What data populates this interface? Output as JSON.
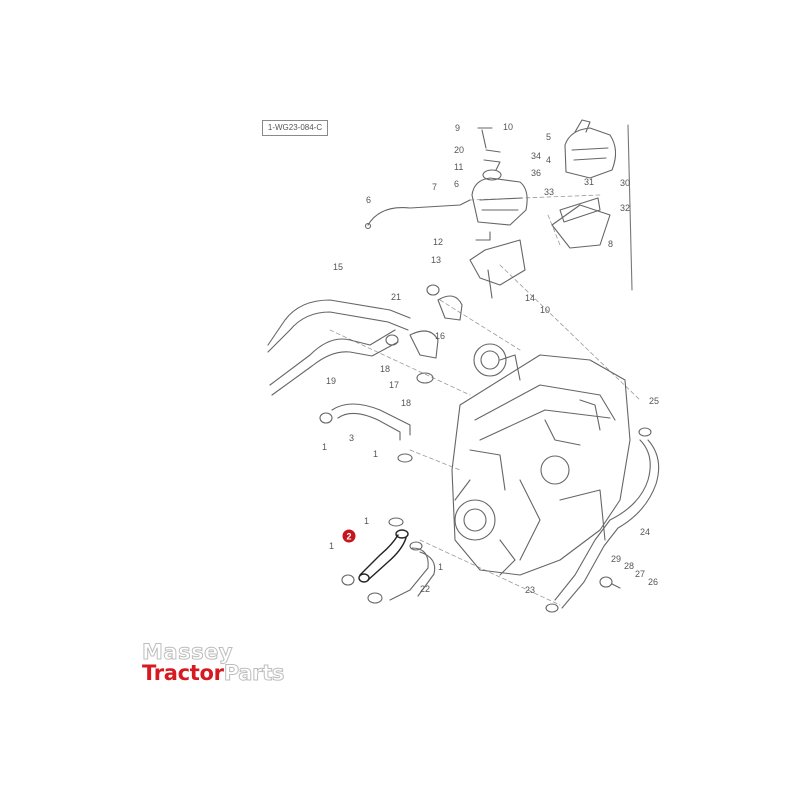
{
  "reference_code": "1-WG23-084-C",
  "highlight": {
    "number": "2",
    "color": "#c4161c"
  },
  "brand": {
    "line1": "Massey",
    "line2_red": "Tractor",
    "line2_grey": "Parts",
    "red": "#d71920"
  },
  "callouts": [
    "9",
    "10",
    "20",
    "34",
    "11",
    "36",
    "5",
    "4",
    "31",
    "30",
    "33",
    "32",
    "8",
    "6",
    "7",
    "6",
    "12",
    "13",
    "14",
    "10",
    "15",
    "21",
    "16",
    "19",
    "18",
    "17",
    "18",
    "3",
    "1",
    "1",
    "25",
    "24",
    "1",
    "1",
    "1",
    "22",
    "23",
    "29",
    "28",
    "27",
    "26"
  ]
}
